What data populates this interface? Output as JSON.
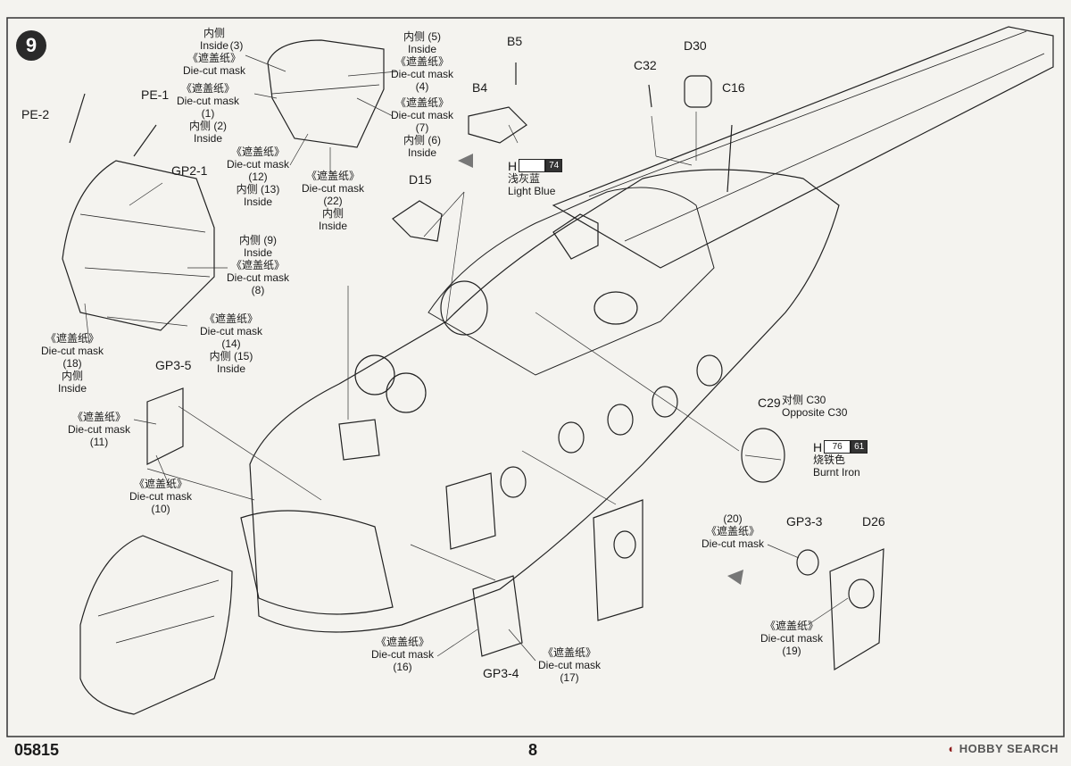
{
  "step_number": "9",
  "page_number": "8",
  "kit_number": "05815",
  "watermark": "HOBBY SEARCH",
  "labels": {
    "l3": [
      "内侧",
      "Inside",
      "(3)",
      "《遮盖纸》",
      "Die-cut mask"
    ],
    "l5": [
      "内侧 (5)",
      "Inside",
      "《遮盖纸》",
      "Die-cut mask",
      "(4)"
    ],
    "l1": [
      "《遮盖纸》",
      "Die-cut mask",
      "(1)",
      "内侧 (2)",
      "Inside"
    ],
    "l7": [
      "《遮盖纸》",
      "Die-cut mask",
      "(7)",
      "内侧 (6)",
      "Inside"
    ],
    "l12": [
      "《遮盖纸》",
      "Die-cut mask",
      "(12)",
      "内侧 (13)",
      "Inside"
    ],
    "l22": [
      "《遮盖纸》",
      "Die-cut mask",
      "(22)",
      "内侧",
      "Inside"
    ],
    "l9": [
      "内侧 (9)",
      "Inside",
      "《遮盖纸》",
      "Die-cut mask",
      "(8)"
    ],
    "l14": [
      "《遮盖纸》",
      "Die-cut mask",
      "(14)",
      "内侧 (15)",
      "Inside"
    ],
    "l18": [
      "《遮盖纸》",
      "Die-cut mask",
      "(18)",
      "内侧",
      "Inside"
    ],
    "l11": [
      "《遮盖纸》",
      "Die-cut mask",
      "(11)"
    ],
    "l10": [
      "《遮盖纸》",
      "Die-cut mask",
      "(10)"
    ],
    "l20": [
      "(20)",
      "《遮盖纸》",
      "Die-cut mask"
    ],
    "l19": [
      "《遮盖纸》",
      "Die-cut mask",
      "(19)"
    ],
    "l16": [
      "《遮盖纸》",
      "Die-cut mask",
      "(16)"
    ],
    "l17": [
      "《遮盖纸》",
      "Die-cut mask",
      "(17)"
    ]
  },
  "parts": {
    "pe2": "PE-2",
    "pe1": "PE-1",
    "gp21": "GP2-1",
    "b5": "B5",
    "b4": "B4",
    "d30": "D30",
    "c32": "C32",
    "c16": "C16",
    "d15": "D15",
    "gp35": "GP3-5",
    "c29": "C29",
    "opp": [
      "对侧 C30",
      "Opposite C30"
    ],
    "gp33": "GP3-3",
    "d26": "D26",
    "gp34": "GP3-4"
  },
  "colors": {
    "light_blue": {
      "prefix": "H",
      "code": "74",
      "cn": "浅灰蓝",
      "en": "Light Blue"
    },
    "burnt_iron": {
      "prefix": "H",
      "code1": "76",
      "code2": "61",
      "cn": "烧铁色",
      "en": "Burnt Iron"
    }
  }
}
